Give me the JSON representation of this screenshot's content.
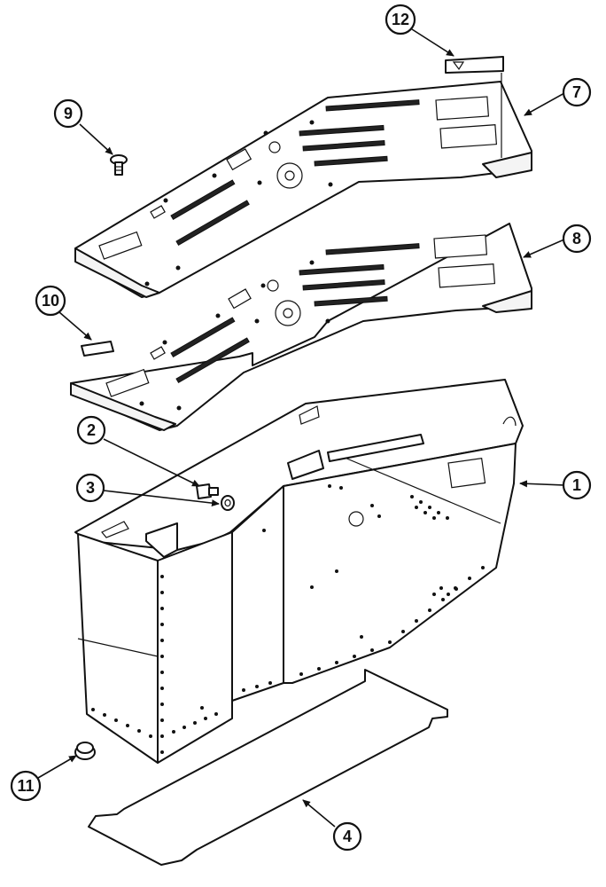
{
  "callouts": [
    {
      "id": "callout-1",
      "label": "1"
    },
    {
      "id": "callout-2",
      "label": "2"
    },
    {
      "id": "callout-3",
      "label": "3"
    },
    {
      "id": "callout-4",
      "label": "4"
    },
    {
      "id": "callout-7",
      "label": "7"
    },
    {
      "id": "callout-8",
      "label": "8"
    },
    {
      "id": "callout-9",
      "label": "9"
    },
    {
      "id": "callout-10",
      "label": "10"
    },
    {
      "id": "callout-11",
      "label": "11"
    },
    {
      "id": "callout-12",
      "label": "12"
    }
  ],
  "colors": {
    "line": "#111111",
    "background": "#ffffff"
  }
}
